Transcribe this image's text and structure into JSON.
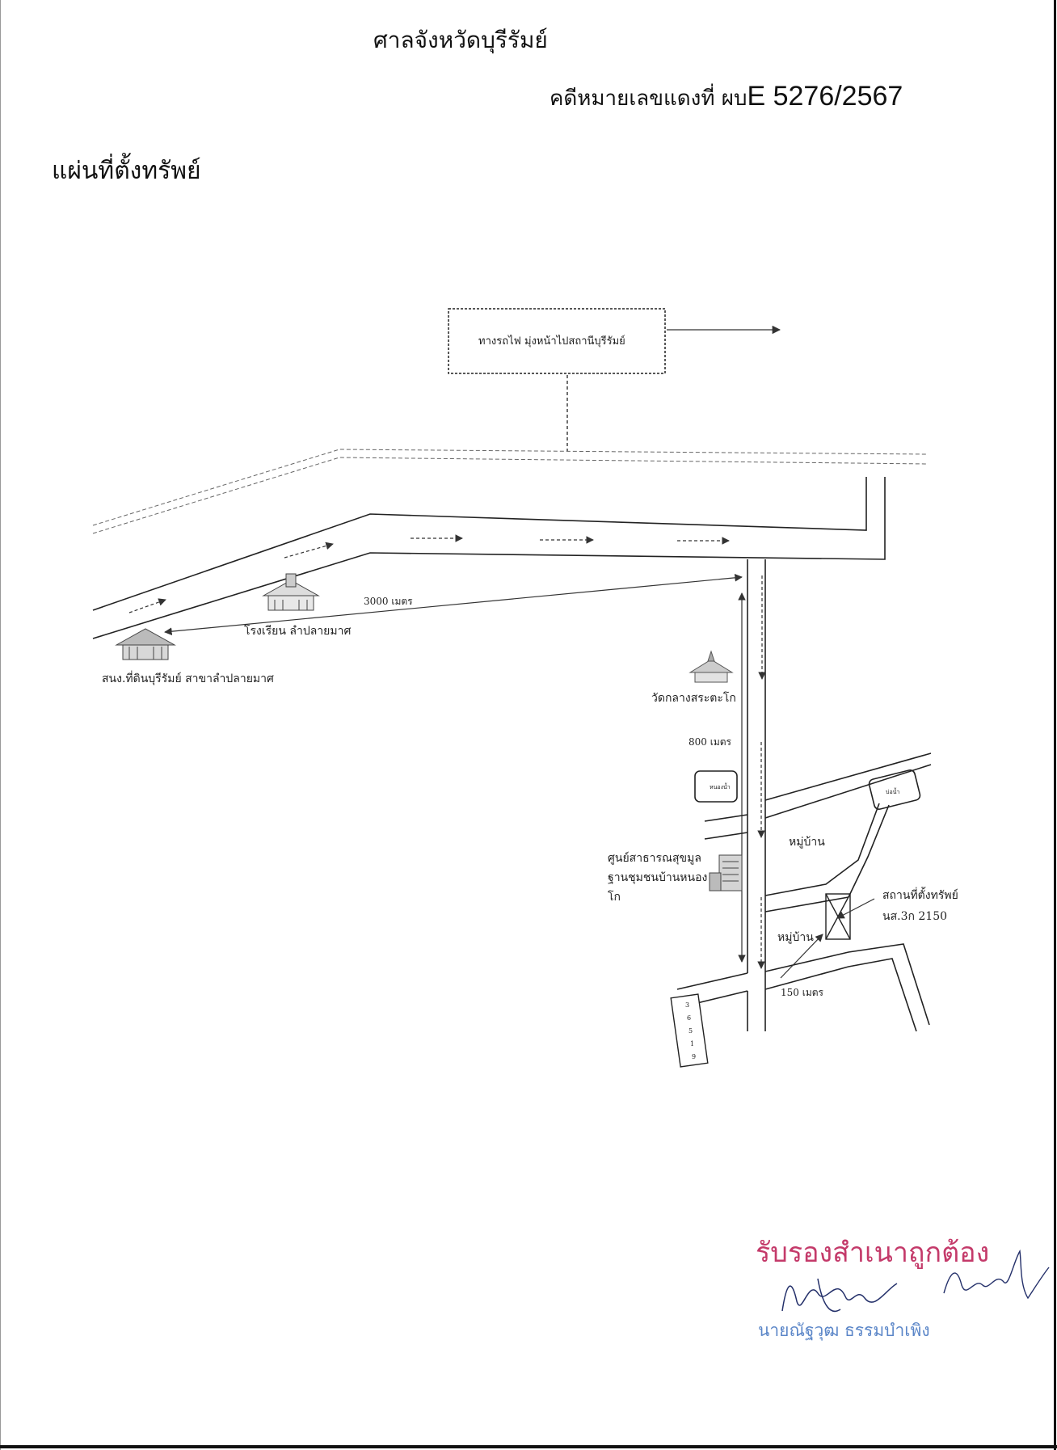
{
  "header": {
    "court_name": "ศาลจังหวัดบุรีรัมย์",
    "case_label": "คดีหมายเลขแดงที่ ผบ",
    "case_number": "E 5276/2567"
  },
  "title": "แผ่นที่ตั้งทรัพย์",
  "map": {
    "railway_box": "ทางรถไฟ มุ่งหน้าไปสถานีบุรีรัมย์",
    "distance_main": "3000 เมตร",
    "school": "โรงเรียน ลำปลายมาศ",
    "land_office": "สนง.ที่ดินบุรีรัมย์ สาขาลำปลายมาศ",
    "temple": "วัดกลางสระตะโก",
    "distance_800": "800 เมตร",
    "pond_left": "หนองน้ำ",
    "pond_right": "บ่อน้ำ",
    "health_center_lines": [
      "ศูนย์สาธารณสุขมูล",
      "ฐานชุมชนบ้านหนอง",
      "โก"
    ],
    "village_upper": "หมู่บ้าน",
    "village_lower": "หมู่บ้าน",
    "property_label": "สถานที่ตั้งทรัพย์",
    "property_deed": "นส.3ก 2150",
    "distance_150": "150 เมตร",
    "road_sign": [
      "3",
      "6",
      "5",
      "1",
      "9"
    ]
  },
  "certification": {
    "stamp_text": "รับรองสำเนาถูกต้อง",
    "signer_name": "นายณัฐวุฒ ธรรมบำเพิง"
  }
}
